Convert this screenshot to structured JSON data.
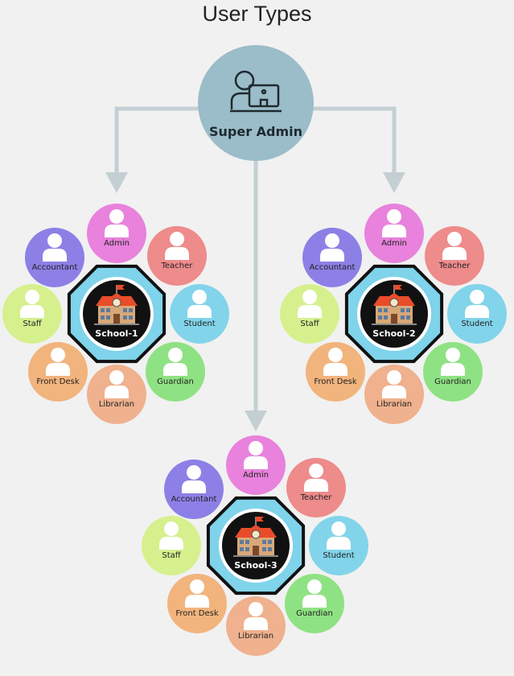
{
  "title": "User Types",
  "super_admin": {
    "label": "Super Admin",
    "icon": "user-computer-icon"
  },
  "colors": {
    "background": "#f1f1f1",
    "arrow": "#c4cfd4",
    "super": "#9bbcc9",
    "octagon": "#7fd3ea",
    "school_bg": "#111111"
  },
  "roles": [
    {
      "label": "Admin",
      "color": "#e882dc"
    },
    {
      "label": "Teacher",
      "color": "#ee8b8b"
    },
    {
      "label": "Student",
      "color": "#82d4ea"
    },
    {
      "label": "Guardian",
      "color": "#8fe283"
    },
    {
      "label": "Librarian",
      "color": "#efb18e"
    },
    {
      "label": "Front Desk",
      "color": "#f2b47d"
    },
    {
      "label": "Staff",
      "color": "#d6f08e"
    },
    {
      "label": "Accountant",
      "color": "#8c80e6"
    }
  ],
  "schools": [
    {
      "label": "School-1"
    },
    {
      "label": "School-2"
    },
    {
      "label": "School-3"
    }
  ]
}
